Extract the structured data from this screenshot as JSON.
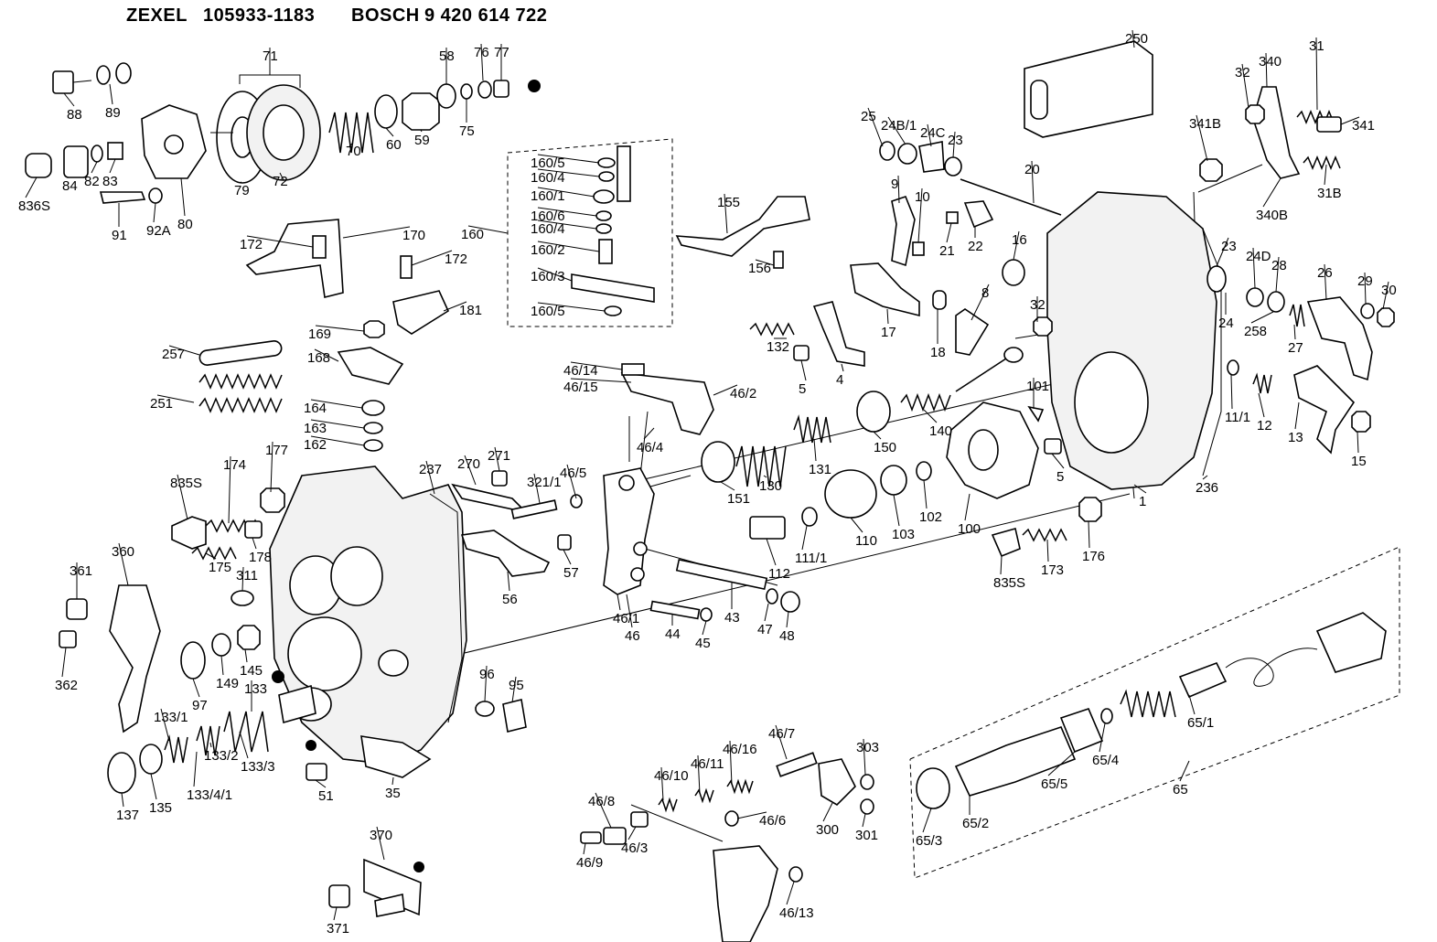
{
  "header": {
    "brand1": "ZEXEL",
    "code1": "105933-1183",
    "brand2": "BOSCH",
    "code2": "9 420 614 722"
  },
  "callouts": [
    {
      "id": "c88",
      "text": "88"
    },
    {
      "id": "c89",
      "text": "89"
    },
    {
      "id": "c71",
      "text": "71"
    },
    {
      "id": "c58",
      "text": "58"
    },
    {
      "id": "c76",
      "text": "76"
    },
    {
      "id": "c77",
      "text": "77"
    },
    {
      "id": "c836s_a",
      "text": "836S"
    },
    {
      "id": "c84",
      "text": "84"
    },
    {
      "id": "c82",
      "text": "82"
    },
    {
      "id": "c83",
      "text": "83"
    },
    {
      "id": "c79",
      "text": "79"
    },
    {
      "id": "c72",
      "text": "72"
    },
    {
      "id": "c70",
      "text": "70"
    },
    {
      "id": "c60",
      "text": "60"
    },
    {
      "id": "c59",
      "text": "59"
    },
    {
      "id": "c75",
      "text": "75"
    },
    {
      "id": "c91",
      "text": "91"
    },
    {
      "id": "c92a",
      "text": "92A"
    },
    {
      "id": "c80",
      "text": "80"
    },
    {
      "id": "c170",
      "text": "170"
    },
    {
      "id": "c172a",
      "text": "172"
    },
    {
      "id": "c172b",
      "text": "172"
    },
    {
      "id": "c181",
      "text": "181"
    },
    {
      "id": "c160",
      "text": "160"
    },
    {
      "id": "c160_5a",
      "text": "160/5"
    },
    {
      "id": "c160_4a",
      "text": "160/4"
    },
    {
      "id": "c160_1",
      "text": "160/1"
    },
    {
      "id": "c160_6",
      "text": "160/6"
    },
    {
      "id": "c160_4b",
      "text": "160/4"
    },
    {
      "id": "c160_2",
      "text": "160/2"
    },
    {
      "id": "c160_3",
      "text": "160/3"
    },
    {
      "id": "c160_5b",
      "text": "160/5"
    },
    {
      "id": "c155",
      "text": "155"
    },
    {
      "id": "c156",
      "text": "156"
    },
    {
      "id": "c169",
      "text": "169"
    },
    {
      "id": "c168",
      "text": "168"
    },
    {
      "id": "c257",
      "text": "257"
    },
    {
      "id": "c251",
      "text": "251"
    },
    {
      "id": "c164",
      "text": "164"
    },
    {
      "id": "c163",
      "text": "163"
    },
    {
      "id": "c162",
      "text": "162"
    },
    {
      "id": "c46_14",
      "text": "46/14"
    },
    {
      "id": "c46_15",
      "text": "46/15"
    },
    {
      "id": "c46_2",
      "text": "46/2"
    },
    {
      "id": "c46_4",
      "text": "46/4"
    },
    {
      "id": "c835s_a",
      "text": "835S"
    },
    {
      "id": "c174",
      "text": "174"
    },
    {
      "id": "c177",
      "text": "177"
    },
    {
      "id": "c237",
      "text": "237"
    },
    {
      "id": "c270",
      "text": "270"
    },
    {
      "id": "c271",
      "text": "271"
    },
    {
      "id": "c321_1",
      "text": "321/1"
    },
    {
      "id": "c46_5",
      "text": "46/5"
    },
    {
      "id": "c175",
      "text": "175"
    },
    {
      "id": "c178",
      "text": "178"
    },
    {
      "id": "c57",
      "text": "57"
    },
    {
      "id": "c56",
      "text": "56"
    },
    {
      "id": "c360",
      "text": "360"
    },
    {
      "id": "c361",
      "text": "361"
    },
    {
      "id": "c311",
      "text": "311"
    },
    {
      "id": "c362",
      "text": "362"
    },
    {
      "id": "c145",
      "text": "145"
    },
    {
      "id": "c149",
      "text": "149"
    },
    {
      "id": "c133",
      "text": "133"
    },
    {
      "id": "c97",
      "text": "97"
    },
    {
      "id": "c96",
      "text": "96"
    },
    {
      "id": "c95",
      "text": "95"
    },
    {
      "id": "c133_1",
      "text": "133/1"
    },
    {
      "id": "c133_2",
      "text": "133/2"
    },
    {
      "id": "c133_3",
      "text": "133/3"
    },
    {
      "id": "c133_4_1",
      "text": "133/4/1"
    },
    {
      "id": "c137",
      "text": "137"
    },
    {
      "id": "c135",
      "text": "135"
    },
    {
      "id": "c35",
      "text": "35"
    },
    {
      "id": "c51",
      "text": "51"
    },
    {
      "id": "c370",
      "text": "370"
    },
    {
      "id": "c371",
      "text": "371"
    },
    {
      "id": "c46_1",
      "text": "46/1"
    },
    {
      "id": "c46",
      "text": "46"
    },
    {
      "id": "c44",
      "text": "44"
    },
    {
      "id": "c45",
      "text": "45"
    },
    {
      "id": "c43",
      "text": "43"
    },
    {
      "id": "c47",
      "text": "47"
    },
    {
      "id": "c48",
      "text": "48"
    },
    {
      "id": "c112",
      "text": "112"
    },
    {
      "id": "c111_1a",
      "text": "111/1"
    },
    {
      "id": "c110",
      "text": "110"
    },
    {
      "id": "c103",
      "text": "103"
    },
    {
      "id": "c102",
      "text": "102"
    },
    {
      "id": "c100",
      "text": "100"
    },
    {
      "id": "c151",
      "text": "151"
    },
    {
      "id": "c130",
      "text": "130"
    },
    {
      "id": "c131",
      "text": "131"
    },
    {
      "id": "c150",
      "text": "150"
    },
    {
      "id": "c140",
      "text": "140"
    },
    {
      "id": "c132",
      "text": "132"
    },
    {
      "id": "c5a",
      "text": "5"
    },
    {
      "id": "c4",
      "text": "4"
    },
    {
      "id": "c17",
      "text": "17"
    },
    {
      "id": "c18",
      "text": "18"
    },
    {
      "id": "c8",
      "text": "8"
    },
    {
      "id": "c9",
      "text": "9"
    },
    {
      "id": "c10",
      "text": "10"
    },
    {
      "id": "c21",
      "text": "21"
    },
    {
      "id": "c22",
      "text": "22"
    },
    {
      "id": "c16",
      "text": "16"
    },
    {
      "id": "c25",
      "text": "25"
    },
    {
      "id": "c24b1",
      "text": "24B/1"
    },
    {
      "id": "c24c",
      "text": "24C"
    },
    {
      "id": "c23a",
      "text": "23"
    },
    {
      "id": "c20",
      "text": "20"
    },
    {
      "id": "c250",
      "text": "250"
    },
    {
      "id": "c32a",
      "text": "32"
    },
    {
      "id": "c340",
      "text": "340"
    },
    {
      "id": "c31",
      "text": "31"
    },
    {
      "id": "c341b",
      "text": "341B"
    },
    {
      "id": "c341",
      "text": "341"
    },
    {
      "id": "c31b",
      "text": "31B"
    },
    {
      "id": "c340b",
      "text": "340B"
    },
    {
      "id": "c23b",
      "text": "23"
    },
    {
      "id": "c24d",
      "text": "24D"
    },
    {
      "id": "c28",
      "text": "28"
    },
    {
      "id": "c26",
      "text": "26"
    },
    {
      "id": "c29",
      "text": "29"
    },
    {
      "id": "c30",
      "text": "30"
    },
    {
      "id": "c24",
      "text": "24"
    },
    {
      "id": "c258",
      "text": "258"
    },
    {
      "id": "c27",
      "text": "27"
    },
    {
      "id": "c32b",
      "text": "32"
    },
    {
      "id": "c101",
      "text": "101"
    },
    {
      "id": "c111_1b",
      "text": "11/1"
    },
    {
      "id": "c12",
      "text": "12"
    },
    {
      "id": "c13",
      "text": "13"
    },
    {
      "id": "c15",
      "text": "15"
    },
    {
      "id": "c5b",
      "text": "5"
    },
    {
      "id": "c1",
      "text": "1"
    },
    {
      "id": "c236",
      "text": "236"
    },
    {
      "id": "c835s_b",
      "text": "835S"
    },
    {
      "id": "c173",
      "text": "173"
    },
    {
      "id": "c176",
      "text": "176"
    },
    {
      "id": "c46_7",
      "text": "46/7"
    },
    {
      "id": "c46_16",
      "text": "46/16"
    },
    {
      "id": "c46_11",
      "text": "46/11"
    },
    {
      "id": "c46_10",
      "text": "46/10"
    },
    {
      "id": "c303",
      "text": "303"
    },
    {
      "id": "c46_8",
      "text": "46/8"
    },
    {
      "id": "c46_6",
      "text": "46/6"
    },
    {
      "id": "c300",
      "text": "300"
    },
    {
      "id": "c301",
      "text": "301"
    },
    {
      "id": "c46_9",
      "text": "46/9"
    },
    {
      "id": "c46_3",
      "text": "46/3"
    },
    {
      "id": "c46_13",
      "text": "46/13"
    },
    {
      "id": "c65_1",
      "text": "65/1"
    },
    {
      "id": "c65_4",
      "text": "65/4"
    },
    {
      "id": "c65_5",
      "text": "65/5"
    },
    {
      "id": "c65",
      "text": "65"
    },
    {
      "id": "c65_2",
      "text": "65/2"
    },
    {
      "id": "c65_3",
      "text": "65/3"
    }
  ]
}
